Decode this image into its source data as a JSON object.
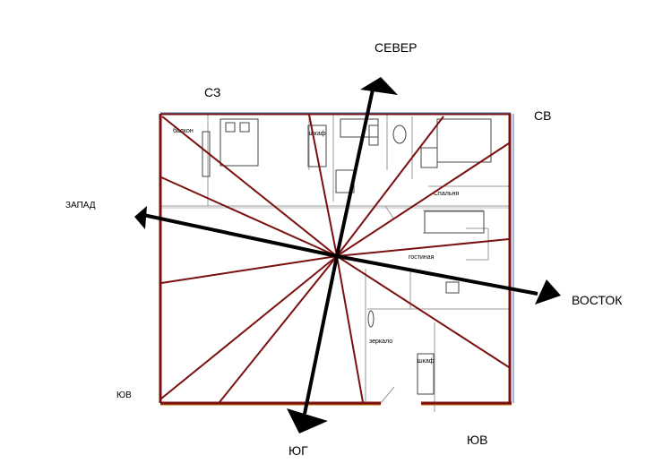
{
  "compass": {
    "north": "СЕВЕР",
    "northwest": "СЗ",
    "northeast": "СВ",
    "west": "ЗАПАД",
    "east": "ВОСТОК",
    "south": "ЮГ",
    "southwest": "ЮВ",
    "southeast": "ЮВ"
  },
  "rooms": {
    "balcony": "балкон",
    "wardrobe_top": "шкаф",
    "bedroom": "Спальня",
    "living_room": "гостиная",
    "mirror": "зеркало",
    "wardrobe_bottom": "шкаф"
  },
  "colors": {
    "sector_lines": "#7a1010",
    "frame_left": "#7a1010",
    "frame_top": "#4a6fb0",
    "frame_bottom": "#b86b00",
    "arrows": "#000000"
  }
}
